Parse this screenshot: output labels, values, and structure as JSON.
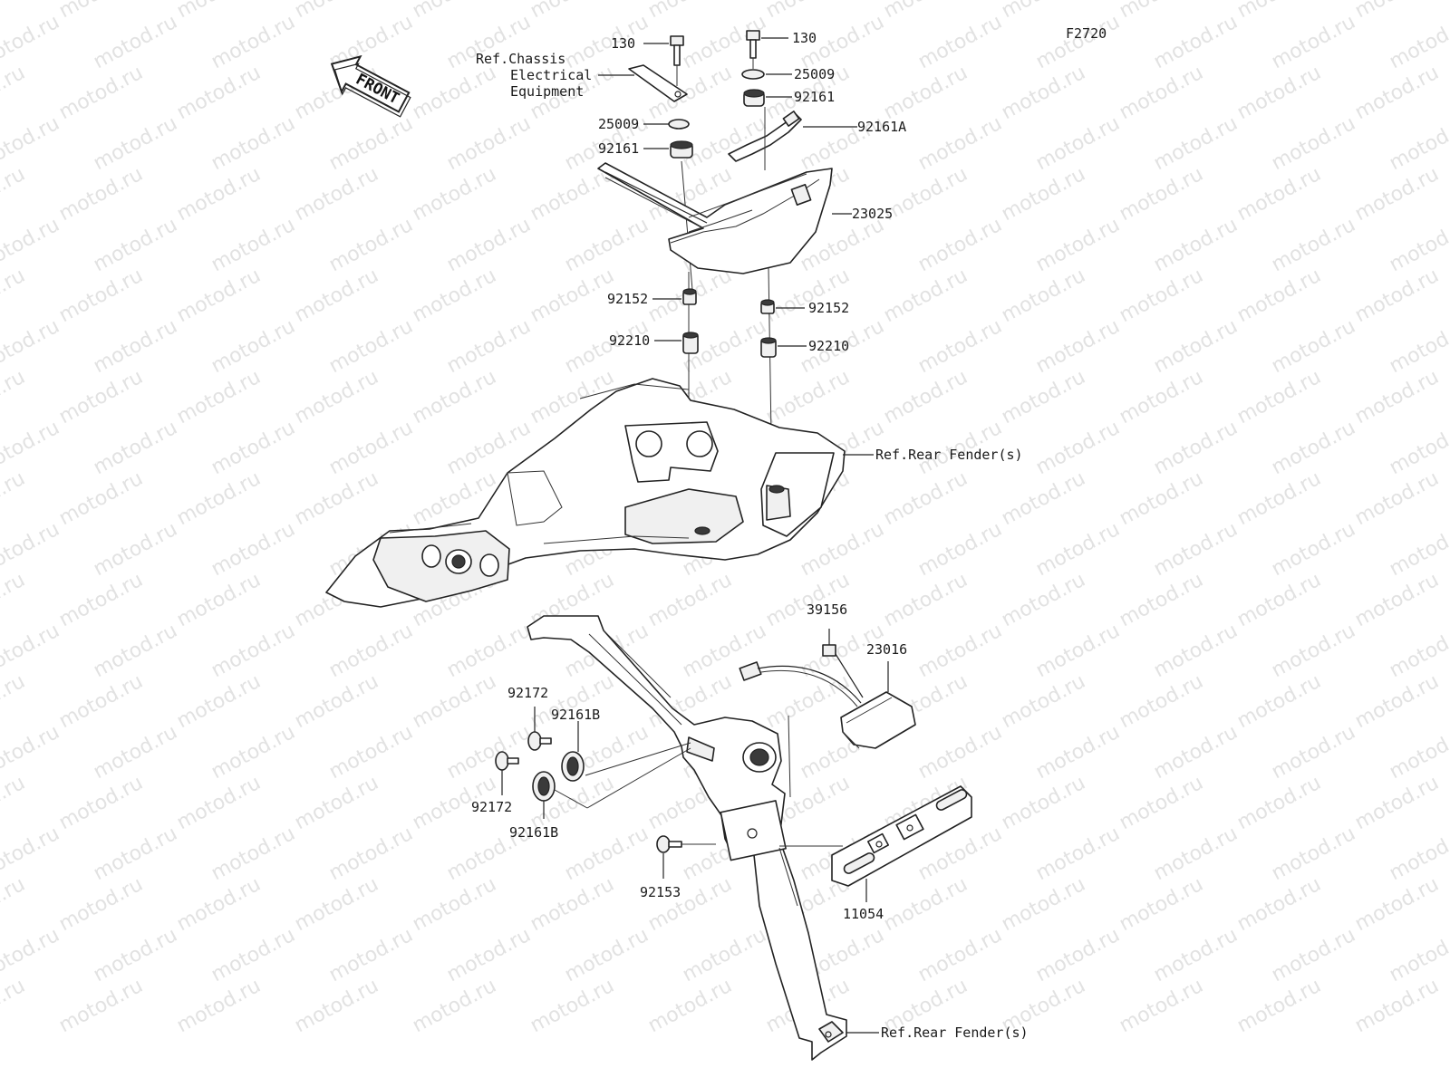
{
  "diagram_code": "F2720",
  "watermark": "motod.ru",
  "front_badge": "FRONT",
  "callouts": {
    "bolt_left": "130",
    "bolt_right": "130",
    "ref_chassis": [
      "Ref.Chassis",
      "Electrical",
      "Equipment"
    ],
    "washer_right": "25009",
    "washer_left": "25009",
    "grommet_right": "92161",
    "grommet_left": "92161",
    "grommet_a": "92161A",
    "tail_light": "23025",
    "collar_left": "92152",
    "collar_right": "92152",
    "damper_left": "92210",
    "damper_right": "92210",
    "ref_rear_fender_top": "Ref.Rear Fender(s)",
    "cap": "39156",
    "license_light": "23016",
    "bolt_upper": "92172",
    "bolt_lower": "92172",
    "grommet_b_upper": "92161B",
    "grommet_b_lower": "92161B",
    "bolt_bracket": "92153",
    "plate_bracket": "11054",
    "ref_rear_fender_bottom": "Ref.Rear Fender(s)"
  }
}
